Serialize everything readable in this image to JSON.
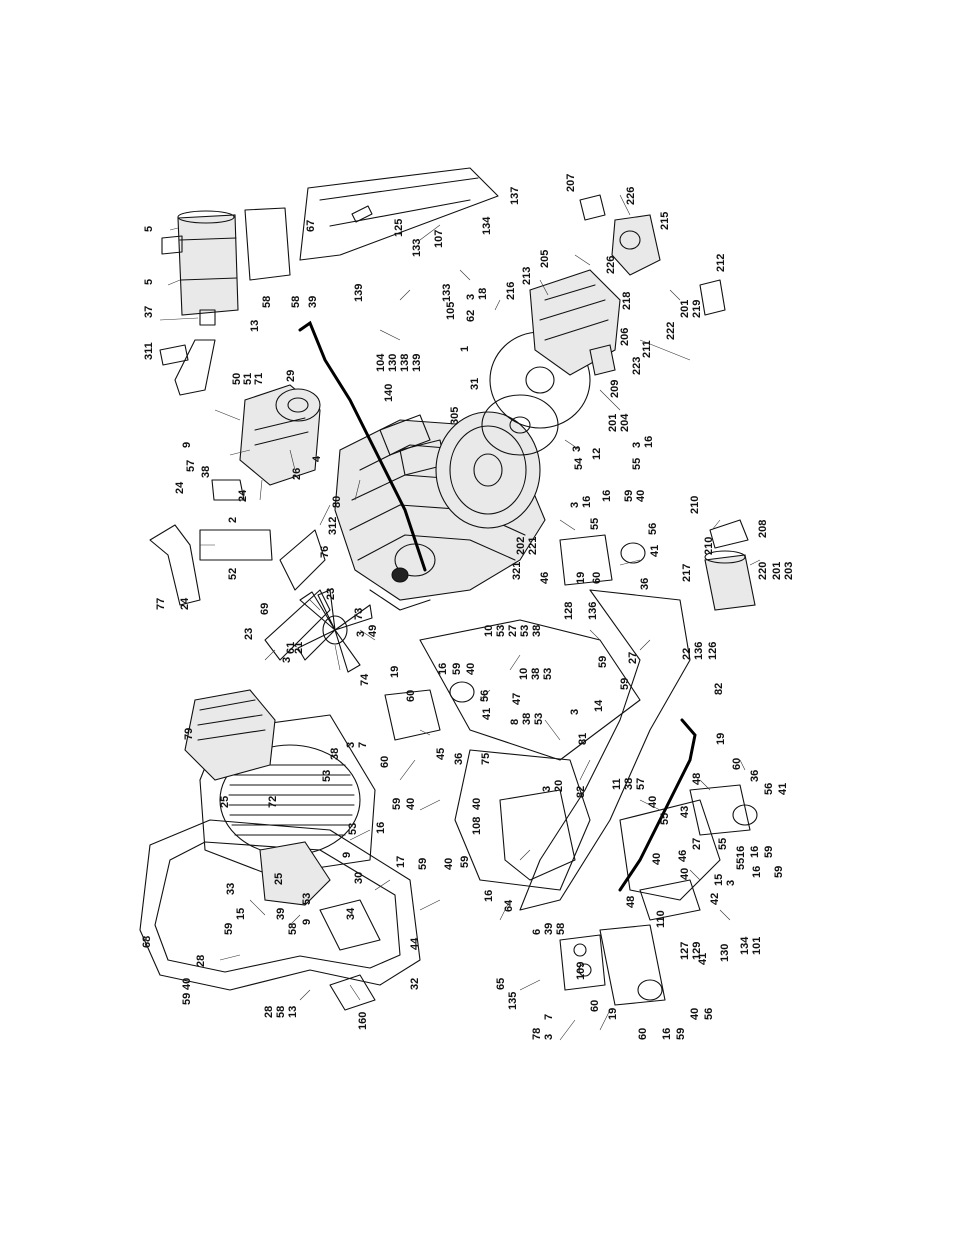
{
  "diagram": {
    "callouts": [
      "5",
      "5",
      "37",
      "311",
      "50",
      "51",
      "71",
      "13",
      "58",
      "58",
      "39",
      "67",
      "29",
      "9",
      "57",
      "38",
      "4",
      "26",
      "24",
      "24",
      "2",
      "77",
      "24",
      "52",
      "76",
      "312",
      "80",
      "69",
      "23",
      "23",
      "61",
      "21",
      "3",
      "74",
      "3",
      "49",
      "73",
      "139",
      "125",
      "133",
      "107",
      "134",
      "137",
      "133",
      "105",
      "104",
      "130",
      "138",
      "139",
      "140",
      "62",
      "3",
      "18",
      "216",
      "213",
      "205",
      "207",
      "226",
      "215",
      "226",
      "212",
      "218",
      "201",
      "219",
      "222",
      "206",
      "211",
      "223",
      "209",
      "1",
      "31",
      "305",
      "201",
      "204",
      "54",
      "3",
      "12",
      "55",
      "3",
      "16",
      "202",
      "221",
      "321",
      "3",
      "16",
      "55",
      "16",
      "59",
      "40",
      "46",
      "19",
      "60",
      "56",
      "41",
      "36",
      "210",
      "208",
      "210",
      "217",
      "220",
      "201",
      "203",
      "128",
      "136",
      "22",
      "136",
      "126",
      "10",
      "53",
      "27",
      "53",
      "38",
      "16",
      "59",
      "40",
      "56",
      "41",
      "19",
      "60",
      "47",
      "10",
      "38",
      "53",
      "27",
      "59",
      "59",
      "8",
      "38",
      "53",
      "3",
      "14",
      "81",
      "82",
      "82",
      "79",
      "25",
      "72",
      "53",
      "38",
      "53",
      "9",
      "16",
      "59",
      "40",
      "25",
      "33",
      "30",
      "17",
      "59",
      "40",
      "34",
      "9",
      "53",
      "58",
      "39",
      "15",
      "59",
      "28",
      "40",
      "59",
      "68",
      "28",
      "58",
      "13",
      "160",
      "32",
      "44",
      "3",
      "7",
      "60",
      "45",
      "36",
      "75",
      "3",
      "20",
      "11",
      "38",
      "57",
      "48",
      "43",
      "19",
      "60",
      "36",
      "56",
      "41",
      "40",
      "55",
      "27",
      "46",
      "55",
      "55",
      "16",
      "59",
      "40",
      "15",
      "3",
      "16",
      "16",
      "59",
      "40",
      "48",
      "42",
      "110",
      "127",
      "129",
      "130",
      "134",
      "101",
      "108",
      "40",
      "59",
      "16",
      "64",
      "6",
      "39",
      "58",
      "65",
      "135",
      "109",
      "78",
      "3",
      "7",
      "60",
      "19",
      "60",
      "16",
      "59",
      "40",
      "56",
      "41",
      "36"
    ]
  }
}
